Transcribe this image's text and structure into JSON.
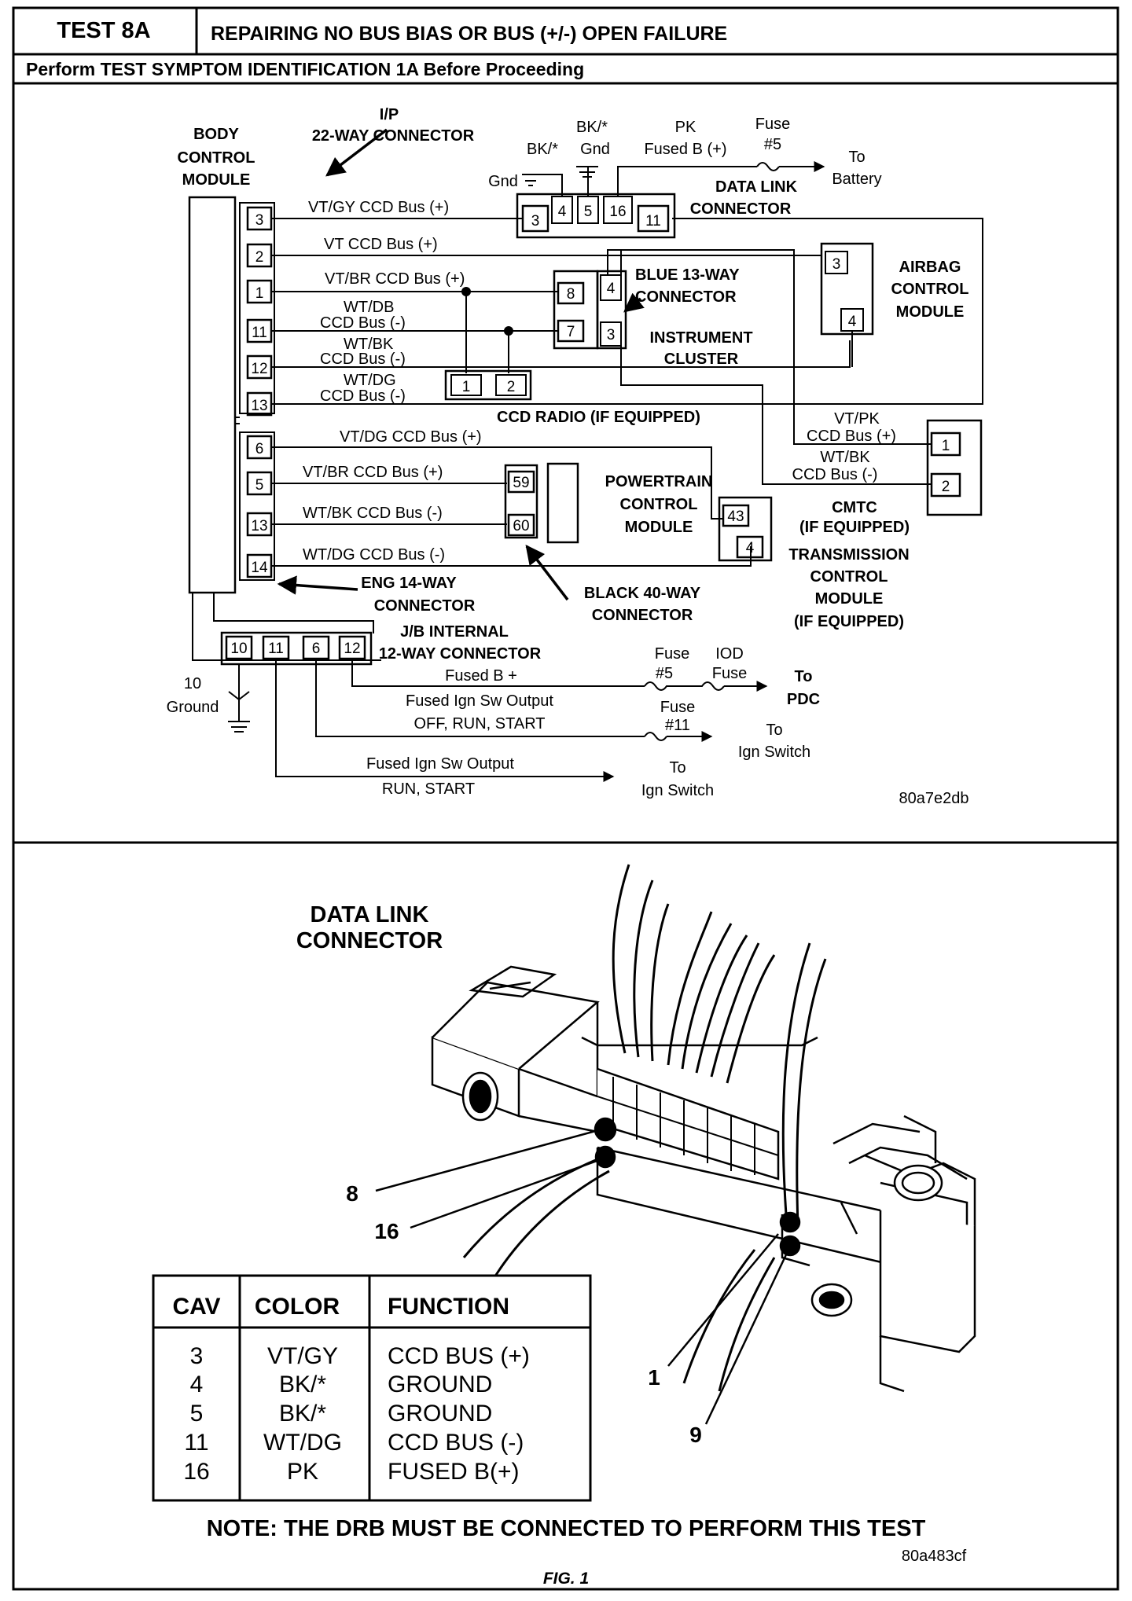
{
  "header": {
    "test_id": "TEST 8A",
    "title": "REPAIRING NO BUS BIAS OR BUS (+/-) OPEN FAILURE",
    "subtitle": "Perform TEST SYMPTOM IDENTIFICATION 1A Before Proceeding"
  },
  "schematic": {
    "bcm_label": [
      "BODY",
      "CONTROL",
      "MODULE"
    ],
    "ip_connector_label": [
      "I/P",
      "22-WAY CONNECTOR"
    ],
    "bcm_pins_top": [
      "3",
      "2",
      "1",
      "11",
      "12",
      "13"
    ],
    "bcm_pins_bottom": [
      "6",
      "5",
      "13",
      "14"
    ],
    "wires_top": {
      "vtgy": "VT/GY  CCD Bus (+)",
      "vt": "VT  CCD Bus (+)",
      "vtbr": "VT/BR  CCD Bus (+)",
      "wtdb": [
        "WT/DB",
        "CCD Bus (-)"
      ],
      "wtbk": [
        "WT/BK",
        "CCD Bus (-)"
      ],
      "wtdg": [
        "WT/DG",
        "CCD Bus (-)"
      ]
    },
    "dlc": {
      "pins": [
        "3",
        "4",
        "5",
        "16",
        "11"
      ],
      "bk1": "BK/*",
      "bk2": [
        "BK/*",
        "Gnd"
      ],
      "gnd": "Gnd",
      "pk": [
        "PK",
        "Fused B (+)"
      ],
      "fuse": [
        "Fuse",
        "#5"
      ],
      "to": [
        "To",
        "Battery"
      ],
      "label": [
        "DATA LINK",
        "CONNECTOR"
      ]
    },
    "airbag": {
      "pins": [
        "3",
        "4"
      ],
      "label": [
        "AIRBAG",
        "CONTROL",
        "MODULE"
      ]
    },
    "cluster": {
      "conn_pins": [
        "8",
        "7"
      ],
      "pins": [
        "4",
        "3"
      ],
      "blue_label": [
        "BLUE 13-WAY",
        "CONNECTOR"
      ],
      "label": [
        "INSTRUMENT",
        "CLUSTER"
      ]
    },
    "radio": {
      "pins": [
        "1",
        "2"
      ],
      "label": "CCD RADIO (IF EQUIPPED)"
    },
    "wires_bottom": {
      "vtdg": "VT/DG  CCD Bus (+)",
      "vtbr": "VT/BR  CCD Bus (+)",
      "wtbk": "WT/BK  CCD Bus (-)",
      "wtdg": "WT/DG  CCD Bus (-)"
    },
    "cmtc": {
      "pins": [
        "1",
        "2"
      ],
      "wire1": [
        "VT/PK",
        "CCD Bus (+)"
      ],
      "wire2": [
        "WT/BK",
        "CCD Bus (-)"
      ],
      "label": [
        "CMTC",
        "(IF EQUIPPED)"
      ]
    },
    "pcm": {
      "pins": [
        "59",
        "60"
      ],
      "label": [
        "POWERTRAIN",
        "CONTROL",
        "MODULE"
      ]
    },
    "tcm": {
      "pins": [
        "43",
        "4"
      ],
      "label": [
        "TRANSMISSION",
        "CONTROL",
        "MODULE",
        "(IF EQUIPPED)"
      ]
    },
    "eng_connector": [
      "ENG 14-WAY",
      "CONNECTOR"
    ],
    "black_connector": [
      "BLACK 40-WAY",
      "CONNECTOR"
    ],
    "jb": {
      "pins": [
        "10",
        "11",
        "6",
        "12"
      ],
      "label": [
        "J/B INTERNAL",
        "12-WAY CONNECTOR"
      ],
      "ground": [
        "10",
        "Ground"
      ],
      "fused_b": "Fused B +",
      "fuse5": [
        "Fuse",
        "#5"
      ],
      "iod": [
        "IOD",
        "Fuse"
      ],
      "to_pdc": [
        "To",
        "PDC"
      ],
      "ign_output_1": [
        "Fused Ign Sw Output",
        "OFF, RUN, START"
      ],
      "fuse11": [
        "Fuse",
        "#11"
      ],
      "to_ign_1": [
        "To",
        "Ign Switch"
      ],
      "ign_output_2": [
        "Fused Ign Sw Output",
        "RUN, START"
      ],
      "to_ign_2": [
        "To",
        "Ign Switch"
      ]
    },
    "figure_code": "80a7e2db"
  },
  "connector_view": {
    "title": [
      "DATA LINK",
      "CONNECTOR"
    ],
    "callouts": [
      "8",
      "16",
      "1",
      "9"
    ],
    "figure_code": "80a483cf"
  },
  "table": {
    "headers": [
      "CAV",
      "COLOR",
      "FUNCTION"
    ],
    "rows": [
      [
        "3",
        "VT/GY",
        "CCD BUS (+)"
      ],
      [
        "4",
        "BK/*",
        "GROUND"
      ],
      [
        "5",
        "BK/*",
        "GROUND"
      ],
      [
        "11",
        "WT/DG",
        "CCD BUS (-)"
      ],
      [
        "16",
        "PK",
        "FUSED B(+)"
      ]
    ]
  },
  "note": "NOTE: THE DRB MUST BE CONNECTED TO PERFORM THIS TEST",
  "fig_label": "FIG. 1"
}
